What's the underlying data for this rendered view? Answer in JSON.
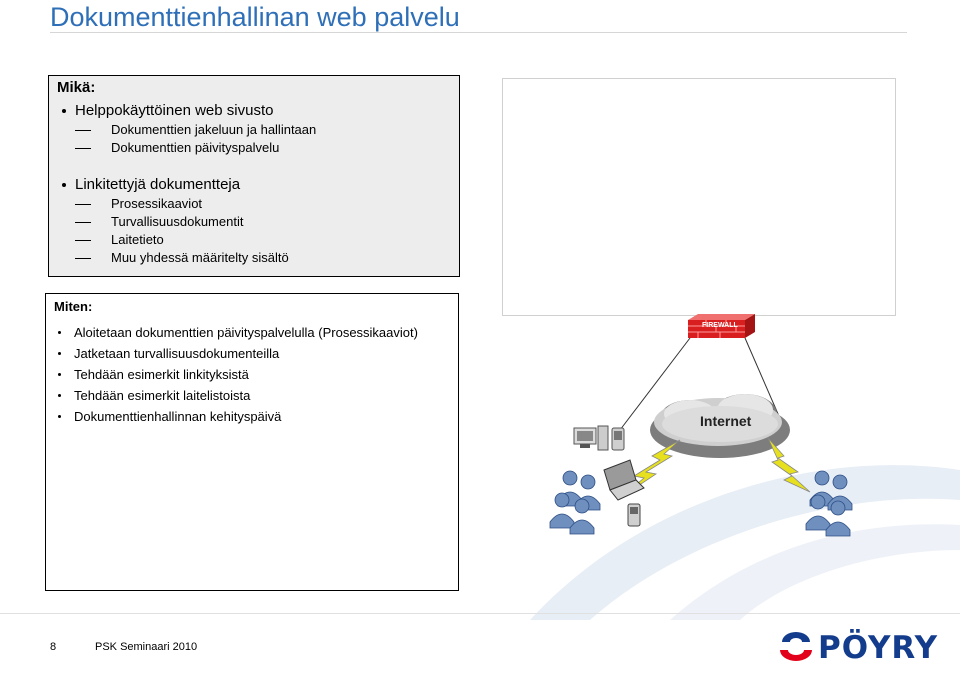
{
  "title": "Dokumenttienhallinan web palvelu",
  "what": {
    "heading": "Mikä:",
    "items": [
      {
        "label": "Helppokäyttöinen web sivusto",
        "sub": [
          "Dokumenttien jakeluun ja hallintaan",
          "Dokumenttien päivityspalvelu"
        ]
      },
      {
        "label": "Linkitettyjä dokumentteja",
        "sub": [
          "Prosessikaaviot",
          "Turvallisuusdokumentit",
          "Laitetieto",
          "Muu yhdessä määritelty sisältö"
        ]
      }
    ]
  },
  "how": {
    "heading": "Miten:",
    "items": [
      "Aloitetaan dokumenttien päivityspalvelulla (Prosessikaaviot)",
      "Jatketaan turvallisuusdokumenteilla",
      "Tehdään esimerkit linkityksistä",
      "Tehdään esimerkit laitelistoista",
      "Dokumenttienhallinnan kehityspäivä"
    ]
  },
  "diagram": {
    "firewall_label": "FIREWALL",
    "cloud_label": "Internet"
  },
  "footer": {
    "page_number": "8",
    "text": "PSK Seminaari 2010",
    "logo_text": "PÖYRY"
  },
  "colors": {
    "title": "#2e6fb8",
    "logo": "#143c8c",
    "logo_accent": "#e2001a"
  }
}
